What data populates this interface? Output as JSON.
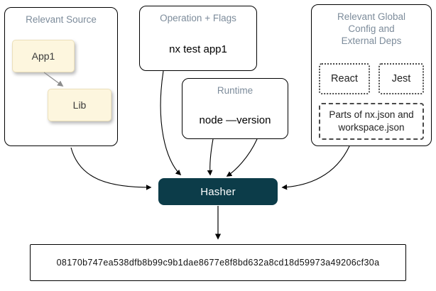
{
  "diagram": {
    "source": {
      "title": "Relevant Source",
      "nodes": [
        {
          "label": "App1"
        },
        {
          "label": "Lib"
        }
      ]
    },
    "operation": {
      "title": "Operation + Flags",
      "command": "nx test app1"
    },
    "runtime": {
      "title": "Runtime",
      "command": "node —version"
    },
    "global": {
      "title": "Relevant Global Config and External Deps",
      "deps": [
        {
          "label": "React"
        },
        {
          "label": "Jest"
        }
      ],
      "config_note": "Parts of nx.json and workspace.json"
    },
    "hasher": {
      "label": "Hasher"
    },
    "output": {
      "hash": "08170b747ea538dfb8b99c9b1dae8677e8f8bd632a8cd18d59973a49206cf30a"
    },
    "colors": {
      "hasher_fill": "#0c3c49",
      "node_fill": "#fdf6de",
      "group_title_text": "#7d8c9b",
      "arrow": "#000000",
      "inner_arrow": "#8c8c8c"
    }
  }
}
